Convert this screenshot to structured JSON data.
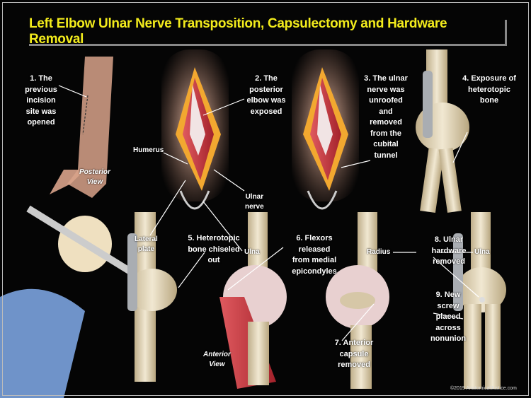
{
  "title": "Left Elbow Ulnar Nerve Transposition, Capsulectomy and Hardware Removal",
  "labels": {
    "step1": "1. The\nprevious\nincision\nsite was\nopened",
    "posterior_view": "Posterior\nView",
    "humerus": "Humerus",
    "step2": "2. The\nposterior\nelbow was\nexposed",
    "ulnar_nerve": "Ulnar\nnerve",
    "lateral_plate": "Lateral\nplate",
    "ulna_1": "Ulna",
    "step3": "3. The ulnar\nnerve was\nunroofed\nand\nremoved\nfrom the\ncubital\ntunnel",
    "step4": "4. Exposure of\nheterotopic\nbone",
    "radius": "Radius",
    "ulna_2": "Ulna",
    "step5": "5. Heterotopic\nbone chiseled\nout",
    "step6": "6. Flexors\nreleased\nfrom medial\nepicondyles",
    "anterior_view": "Anterior\nView",
    "step7": "7. Anterior\ncapsule\nremoved",
    "step8": "8. Ulnar\nhardware\nremoved",
    "step9": "9. New\nscrew\nplaced\nacross\nnonunion"
  },
  "copyright": "©2019 AnatomicalJustice.com",
  "colors": {
    "title": "#f3ec1c",
    "skin": "#e9b9a0",
    "bone": "#e8dcbf",
    "muscle": "#c8323a",
    "plate": "#a9adb2"
  }
}
